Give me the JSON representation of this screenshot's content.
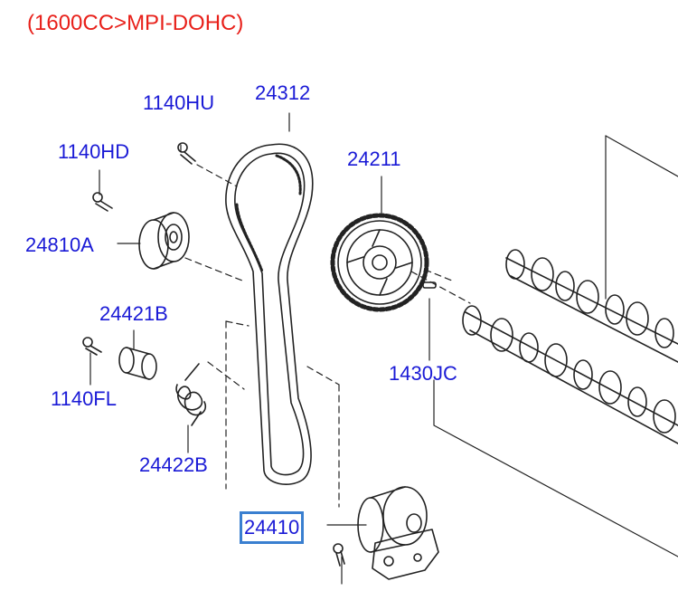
{
  "diagram": {
    "title": "(1600CC>MPI-DOHC)",
    "colors": {
      "title": "#e8201a",
      "label": "#1a1ad6",
      "line": "#222222",
      "highlight": "#3a7fd0"
    },
    "labels": {
      "l_1140hu": "1140HU",
      "l_24312": "24312",
      "l_1140hd": "1140HD",
      "l_24211": "24211",
      "l_24810a": "24810A",
      "l_24421b": "24421B",
      "l_1140fl": "1140FL",
      "l_1430jc": "1430JC",
      "l_24422b": "24422B",
      "l_24410": "24410"
    },
    "highlighted_part": "24410"
  }
}
